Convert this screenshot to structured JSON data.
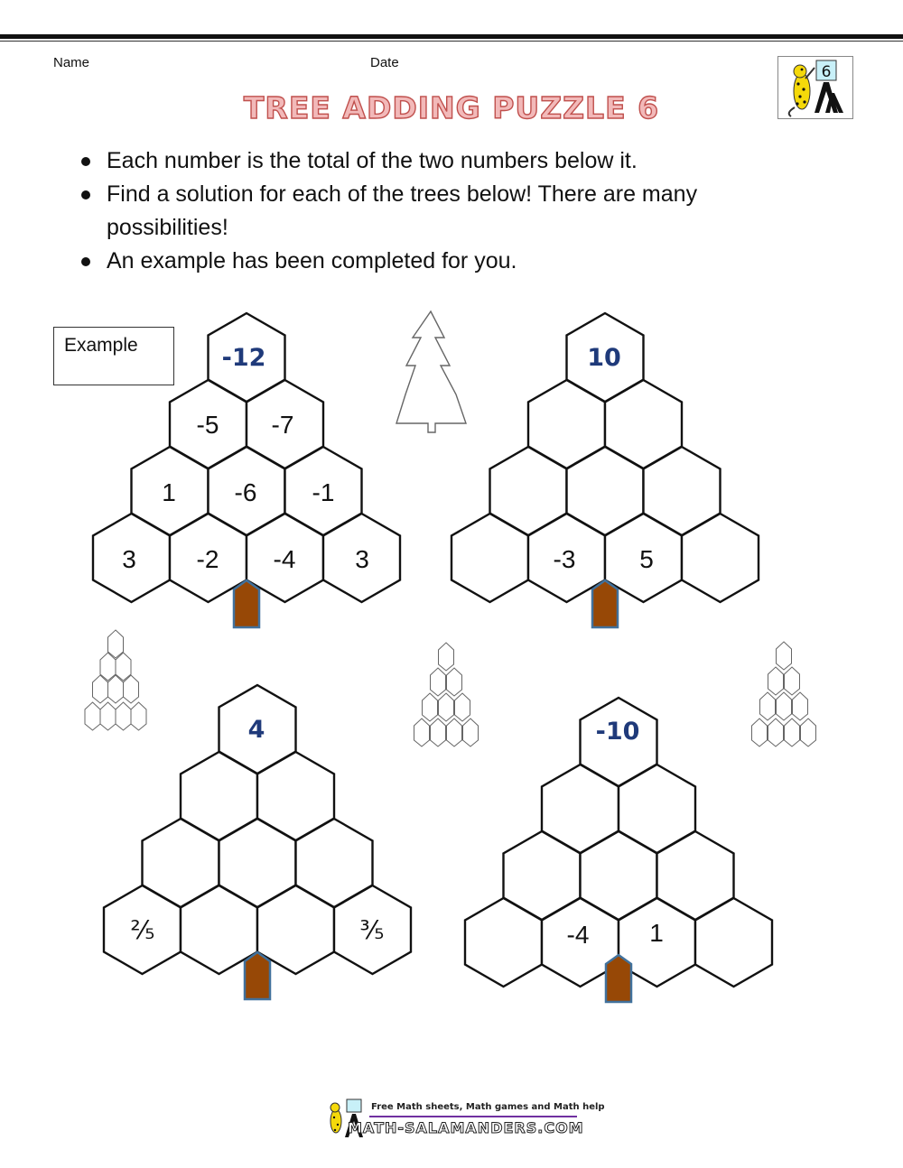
{
  "header": {
    "name_label": "Name",
    "date_label": "Date",
    "logo_badge_number": "6",
    "title": "TREE ADDING PUZZLE 6",
    "title_fill_color": "#f2b9b9",
    "title_stroke_color": "#c0504d"
  },
  "instructions": [
    "Each number is the total of the two numbers below it.",
    "Find a solution for each of the trees below! There are many possibilities!",
    "An example has been completed for you."
  ],
  "example_label": "Example",
  "colors": {
    "top_number": "#1f3a7a",
    "trunk_fill": "#974806",
    "trunk_stroke": "#41719c"
  },
  "puzzles": [
    {
      "id": "example",
      "rows": [
        [
          "-12"
        ],
        [
          "-5",
          "-7"
        ],
        [
          "1",
          "-6",
          "-1"
        ],
        [
          "3",
          "-2",
          "-4",
          "3"
        ]
      ]
    },
    {
      "id": "puzzle-1",
      "rows": [
        [
          "10"
        ],
        [
          "",
          ""
        ],
        [
          "",
          "",
          ""
        ],
        [
          "",
          "-3",
          "5",
          ""
        ]
      ]
    },
    {
      "id": "puzzle-2",
      "rows": [
        [
          "4"
        ],
        [
          "",
          ""
        ],
        [
          "",
          "",
          ""
        ],
        [
          "⅖",
          "",
          "",
          "⅗"
        ]
      ]
    },
    {
      "id": "puzzle-3",
      "rows": [
        [
          "-10"
        ],
        [
          "",
          ""
        ],
        [
          "",
          "",
          ""
        ],
        [
          "",
          "-4",
          "1",
          ""
        ]
      ]
    }
  ],
  "footer": {
    "tagline": "Free Math sheets, Math games and Math help",
    "site": "MATH-SALAMANDERS.COM"
  }
}
